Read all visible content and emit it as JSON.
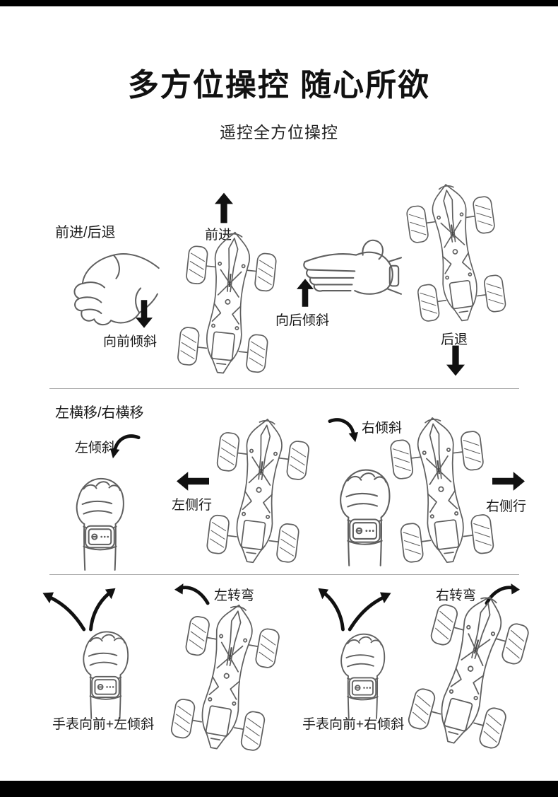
{
  "page": {
    "title": "多方位操控 随心所欲",
    "subtitle": "遥控全方位操控"
  },
  "sections": {
    "forward_backward": {
      "heading": "前进/后退",
      "tilt_forward": "向前倾斜",
      "forward": "前进",
      "tilt_backward": "向后倾斜",
      "backward": "后退"
    },
    "strafe": {
      "heading": "左横移/右横移",
      "tilt_left": "左倾斜",
      "strafe_left": "左侧行",
      "tilt_right": "右倾斜",
      "strafe_right": "右侧行"
    },
    "turn": {
      "turn_left": "左转弯",
      "gesture_left": "手表向前+左倾斜",
      "turn_right": "右转弯",
      "gesture_right": "手表向前+右倾斜"
    }
  },
  "colors": {
    "background": "#ffffff",
    "frame_bar": "#000000",
    "text": "#1a1a1a",
    "line_art": "#5f5f5f",
    "arrow": "#111111",
    "divider": "#a8a8a8"
  }
}
